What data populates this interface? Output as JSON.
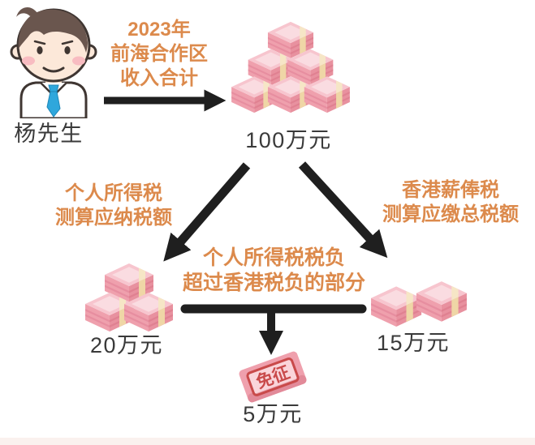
{
  "person": {
    "label": "杨先生",
    "icon": "man-avatar-icon"
  },
  "top_flow": {
    "lines": [
      "2023年",
      "前海合作区",
      "收入合计"
    ]
  },
  "total_income": {
    "amount": "100万元",
    "icon": "money-pyramid-icon"
  },
  "left_branch": {
    "lines": [
      "个人所得税",
      "测算应纳税额"
    ]
  },
  "right_branch": {
    "lines": [
      "香港薪俸税",
      "测算应缴总税额"
    ]
  },
  "center_note": {
    "lines": [
      "个人所得税税负",
      "超过香港税负的部分"
    ]
  },
  "left_amount": {
    "amount": "20万元",
    "icon": "money-stack-icon"
  },
  "right_amount": {
    "amount": "15万元",
    "icon": "money-stack-icon"
  },
  "exempt_result": {
    "stamp": "免征",
    "amount": "5万元",
    "icon": "stamped-banknote-icon"
  },
  "colors": {
    "accent_orange": "#dc8a4c",
    "text_dark": "#3a3a3a",
    "arrow_black": "#1f1f1f",
    "money_pink": "#efa0ad",
    "money_pink_light": "#f7c5ce",
    "band_cream": "#f6e6c6",
    "stamp_red": "#c94a4a",
    "tie_blue": "#2fa7dc"
  }
}
